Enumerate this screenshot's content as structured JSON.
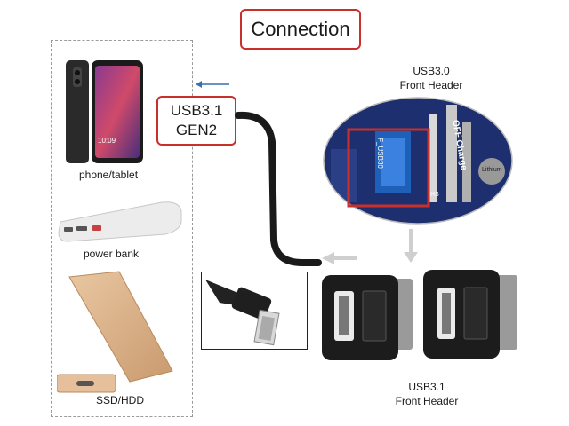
{
  "title": "Connection",
  "cable_tag": {
    "line1": "USB3.1",
    "line2": "GEN2"
  },
  "devices": {
    "phone": "phone/tablet",
    "powerbank": "power bank",
    "ssd": "SSD/HDD"
  },
  "usb30_header": {
    "line1": "USB3.0",
    "line2": "Front Header"
  },
  "usb31_header": {
    "line1": "USB3.1",
    "line2": "Front Header"
  },
  "board_text": {
    "port_label": "F_USB30",
    "charge": "OFF Charge",
    "battery": "Lithium",
    "hs": "HS"
  },
  "phone_time": "10:09",
  "colors": {
    "accent_red": "#c9302c",
    "arrow_blue": "#3a6fb0",
    "arrow_gray": "#cfcfcf"
  }
}
